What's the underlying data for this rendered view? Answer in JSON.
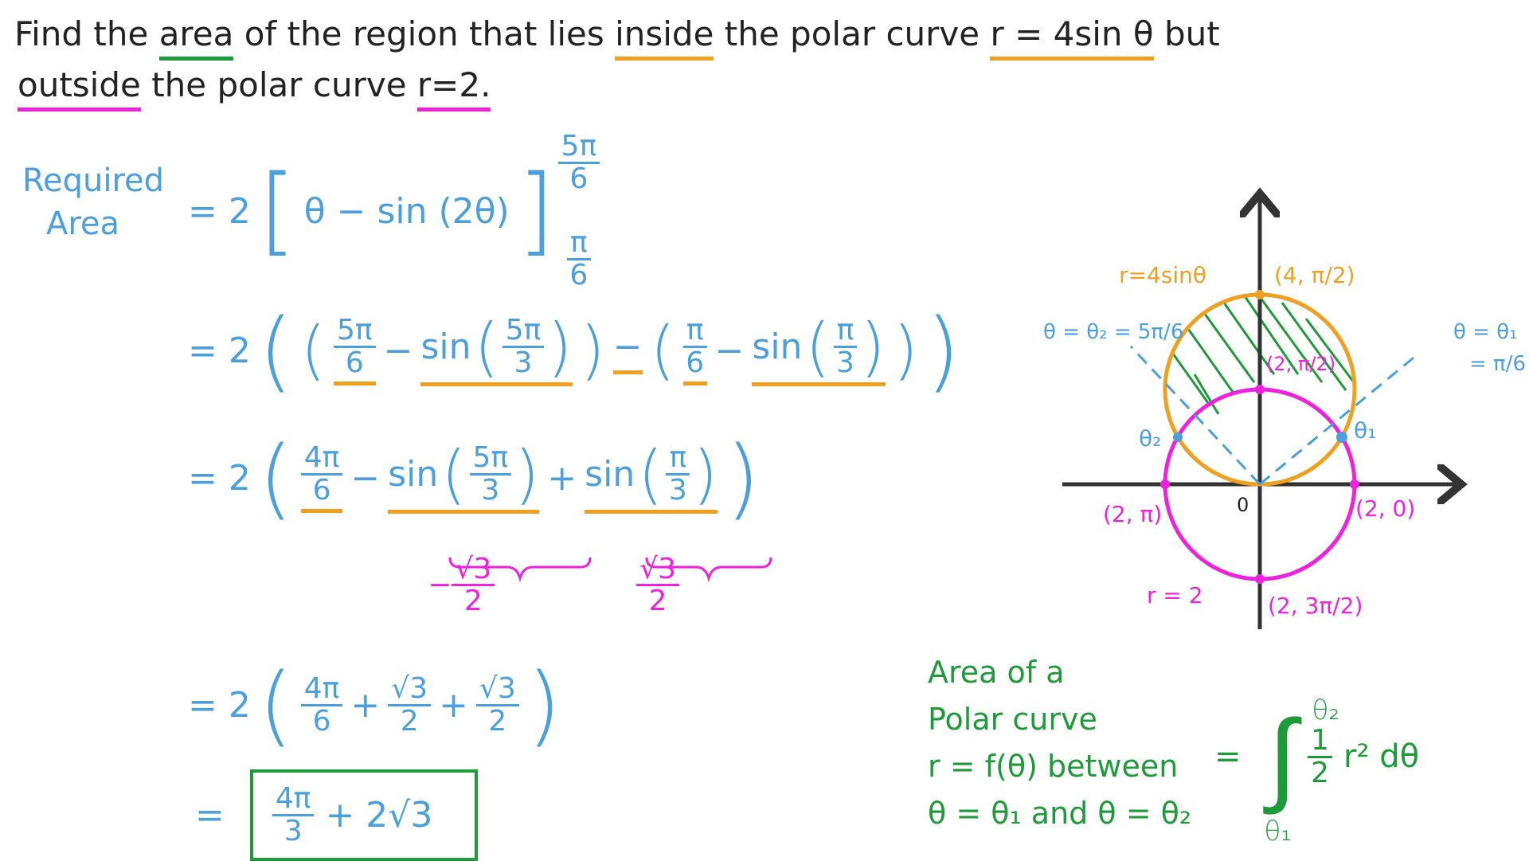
{
  "problem": {
    "p1": "Find the",
    "area": "area",
    "p2": "of the region that lies",
    "inside": "inside",
    "p3": "the polar curve",
    "curve1": "r = 4sin θ",
    "p4": "but",
    "outside": "outside",
    "p5": "the polar curve",
    "curve2": "r=2."
  },
  "colors": {
    "blue": "#4b9fdc",
    "orange": "#f0a020",
    "magenta": "#ee22dd",
    "green": "#1f9a3a",
    "axis": "#333333"
  },
  "solution": {
    "label_line1": "Required",
    "label_line2": "Area",
    "step1": {
      "lhs": "= 2",
      "expr": "θ − sin (2θ)",
      "upper_num": "5π",
      "upper_den": "6",
      "lower_num": "π",
      "lower_den": "6"
    },
    "step2": {
      "lhs": "= 2",
      "a_num": "5π",
      "a_den": "6",
      "minus": "−",
      "sin": "sin",
      "b_num": "5π",
      "b_den": "3",
      "mid_minus": "−",
      "c_num": "π",
      "c_den": "6",
      "d_num": "π",
      "d_den": "3"
    },
    "step3": {
      "lhs": "= 2",
      "a_num": "4π",
      "a_den": "6",
      "minus": "−",
      "sin": "sin",
      "b_num": "5π",
      "b_den": "3",
      "plus": "+",
      "sin2": "sin",
      "c_num": "π",
      "c_den": "3",
      "val1_sign": "−",
      "val1_num": "√3",
      "val1_den": "2",
      "val2_num": "√3",
      "val2_den": "2"
    },
    "step4": {
      "lhs": "= 2",
      "a_num": "4π",
      "a_den": "6",
      "plus1": "+",
      "b_num": "√3",
      "b_den": "2",
      "plus2": "+",
      "c_num": "√3",
      "c_den": "2"
    },
    "step5": {
      "lhs": "=",
      "a_num": "4π",
      "a_den": "3",
      "rest": "+ 2√3"
    }
  },
  "formula": {
    "line1": "Area of a",
    "line2": "Polar curve",
    "line3": "r = f(θ) between",
    "line4": "θ = θ₁ and θ = θ₂",
    "equals": "=",
    "upper": "θ₂",
    "lower": "θ₁",
    "half_num": "1",
    "half_den": "2",
    "integrand": "r² dθ"
  },
  "graph": {
    "curve1_label": "r=4sinθ",
    "curve2_label": "r = 2",
    "top_point": "(4, π/2)",
    "circle_top": "(2, π/2)",
    "right_point": "(2, 0)",
    "left_point": "(2, π)",
    "bottom_point": "(2, 3π/2)",
    "origin": "0",
    "theta1": "θ₁",
    "theta2": "θ₂",
    "theta2_line": "θ = θ₂ = 5π/6",
    "theta1_line_a": "θ = θ₁",
    "theta1_line_b": "= π/6"
  }
}
